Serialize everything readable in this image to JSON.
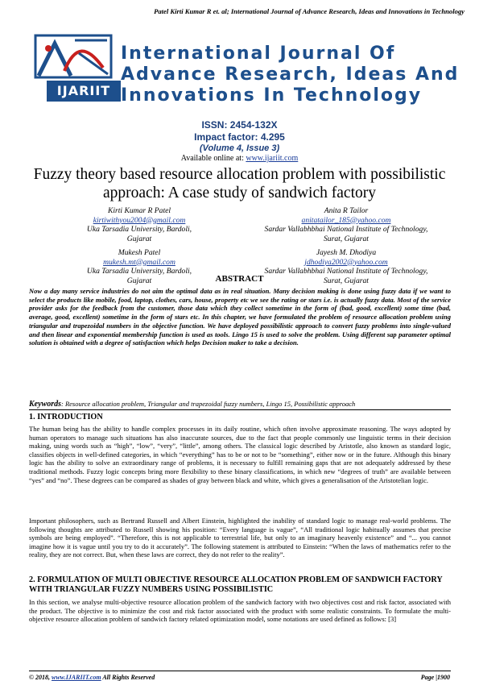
{
  "running_head": "Patel Kirti Kumar R et. al; International Journal of Advance Research, Ideas and Innovations in Technology",
  "logo": {
    "text": "IJARIIT",
    "mark": "iJAR"
  },
  "journal": {
    "line1": "International Journal Of",
    "line2": "Advance Research, Ideas And",
    "line3": "Innovations In Technology"
  },
  "issn": "ISSN: 2454-132X",
  "impact": "Impact factor: 4.295",
  "volume": "(Volume 4, Issue 3)",
  "available_label": "Available online at: ",
  "available_url": "www.ijariit.com",
  "title": "Fuzzy theory based resource allocation problem with possibilistic approach: A case study of sandwich factory",
  "authors": [
    {
      "name": "Kirti Kumar R Patel",
      "email": "kirtiwithyou2004@gmail.com",
      "affil1": "Uka Tarsadia University, Bardoli,",
      "affil2": "Gujarat"
    },
    {
      "name": "Anita R Tailor",
      "email": "anitatailor_185@yahoo.com",
      "affil1": "Sardar Vallabhbhai National Institute of Technology,",
      "affil2": "Surat, Gujarat"
    },
    {
      "name": "Mukesh Patel",
      "email": "mukesh.mt@gmail.com",
      "affil1": "Uka Tarsadia University, Bardoli,",
      "affil2": "Gujarat"
    },
    {
      "name": "Jayesh M. Dhodiya",
      "email": "jdhodiya2002@yahoo.com",
      "affil1": "Sardar Vallabhbhai National Institute of Technology,",
      "affil2": "Surat, Gujarat"
    }
  ],
  "abstract_heading": "ABSTRACT",
  "abstract": "Now a day many service industries do not aim the optimal data as in real situation. Many decision making is done using fuzzy data if we want to select the products like mobile, food, laptop, clothes, cars, house, property etc we see the rating or stars i.e. is actually fuzzy data. Most of the service provider asks for the feedback from the customer, those data which they collect sometime in the form of (bad, good, excellent) some time (bad, average, good, excellent) sometime in the form of stars etc. In this chapter, we have formulated the problem of resource allocation problem using triangular and trapezoidal numbers in the objective function. We have deployed possibilistic approach to convert fuzzy problems into single-valued and then linear and exponential membership function is used as tools. Lingo 15 is used to solve the problem. Using different sap parameter optimal solution is obtained with a degree of satisfaction which helps Decision maker to take a decision.",
  "keywords_label": "Keywords",
  "keywords": ": Resource allocation problem, Triangular and trapezoidal fuzzy numbers, Lingo 15, Possibilistic approach",
  "section1_heading": "1. INTRODUCTION",
  "section1_p1": "The human being has the ability to handle complex processes in its daily routine, which often involve approximate reasoning. The ways adopted by human operators to manage such situations has also inaccurate sources, due to the fact that people commonly use linguistic terms in their decision making, using words such as “high”, “low”, “very”, “little”, among others. The classical logic described by Aristotle, also known as standard logic, classifies objects in well-defined categories, in which “everything” has to be or not to be “something”, either now or in the future. Although this binary logic has the ability to solve an extraordinary range of problems, it is necessary to fulfill remaining gaps that are not adequately addressed by these traditional methods. Fuzzy logic concepts bring more flexibility to these binary classifications, in which new “degrees of truth” are available between “yes” and “no”. These degrees can be compared as shades of gray between black and white, which gives a generalisation of the Aristotelian logic.",
  "section1_p2": "Important philosophers, such as Bertrand Russell and Albert Einstein, highlighted the inability of standard logic to manage real-world problems. The following thoughts are attributed to Russell showing his position: “Every language is vague”, “All traditional logic habitually assumes that precise symbols are being employed”. “Therefore, this is not applicable to terrestrial life, but only to an imaginary heavenly existence” and “... you cannot imagine how it is vague until you try to do it accurately”. The following statement is attributed to Einstein: “When the laws of mathematics refer to the reality, they are not correct. But, when these laws are correct, they do not refer to the reality”.",
  "section2_heading": "2. FORMULATION OF MULTI OBJECTIVE RESOURCE ALLOCATION PROBLEM OF SANDWICH FACTORY WITH TRIANGULAR FUZZY NUMBERS USING POSSIBILISTIC",
  "section2_p1": "In this section, we analyse multi-objective resource allocation problem of the sandwich factory with two objectives cost and risk factor, associated with the product. The objective is to minimize the cost and risk factor associated with the product with some realistic constraints. To formulate the multi-objective resource allocation problem of sandwich factory related optimization model, some notations are used defined as follows: [3]",
  "footer_left_prefix": "© 2018, ",
  "footer_left_link": "www.IJARIIT.com",
  "footer_left_suffix": " All Rights Reserved",
  "footer_right": "Page |1900",
  "colors": {
    "journal_blue": "#1d4f8c",
    "logo_red": "#c8201e",
    "link_blue": "#1a3d9a"
  }
}
